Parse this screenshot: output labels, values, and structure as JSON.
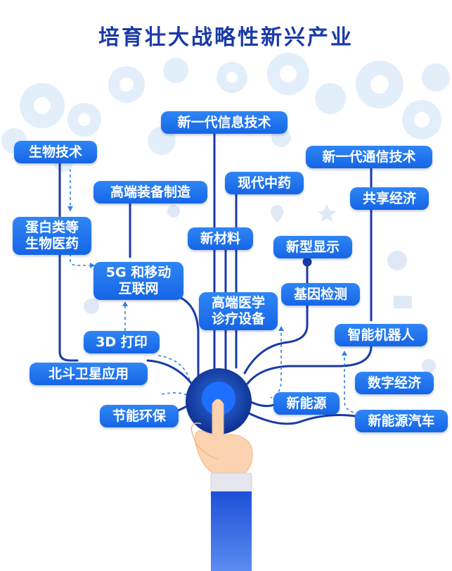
{
  "title": "培育壮大战略性新兴产业",
  "nodes": {
    "xinyidai_xinxi": "新一代信息技术",
    "shengwu": "生物技术",
    "xinyidai_tongxin": "新一代通信技术",
    "gaoduan_zhuangbei": "高端装备制造",
    "xiandai_zhongyao": "现代中药",
    "gongxiang": "共享经济",
    "danbai_line1": "蛋白类等",
    "danbai_line2": "生物医药",
    "xincailiao": "新材料",
    "xinxing_xianshi": "新型显示",
    "g5_line1": "5G 和移动",
    "g5_line2": "互联网",
    "jiyin": "基因检测",
    "gaoduan_yixue_line1": "高端医学",
    "gaoduan_yixue_line2": "诊疗设备",
    "dayin3d": "3D 打印",
    "zhineng_jiqiren": "智能机器人",
    "beidou": "北斗卫星应用",
    "shuzi_jingji": "数字经济",
    "xinnengyuan": "新能源",
    "jieneng": "节能环保",
    "xinnengyuan_qiche": "新能源汽车"
  },
  "colors": {
    "title": "#1a3aa8",
    "node": "#1e72ec",
    "line": "#1a3aa8",
    "dashed": "#2f7fe8",
    "gear": "#dceaf9"
  }
}
